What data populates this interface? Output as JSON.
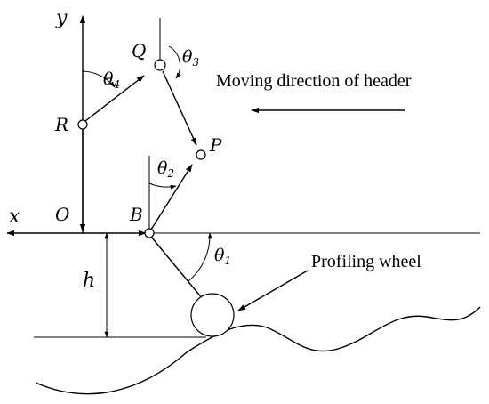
{
  "diagram": {
    "axis_labels": {
      "x": "x",
      "y": "y"
    },
    "points": {
      "O": "O",
      "B": "B",
      "R": "R",
      "Q": "Q",
      "P": "P"
    },
    "angles": {
      "theta1": {
        "symbol": "θ",
        "sub": "1"
      },
      "theta2": {
        "symbol": "θ",
        "sub": "2"
      },
      "theta3": {
        "symbol": "θ",
        "sub": "3"
      },
      "theta4": {
        "symbol": "θ",
        "sub": "4"
      }
    },
    "height_label": "h",
    "moving_direction_label": "Moving direction of header",
    "profiling_wheel_label": "Profiling wheel"
  }
}
